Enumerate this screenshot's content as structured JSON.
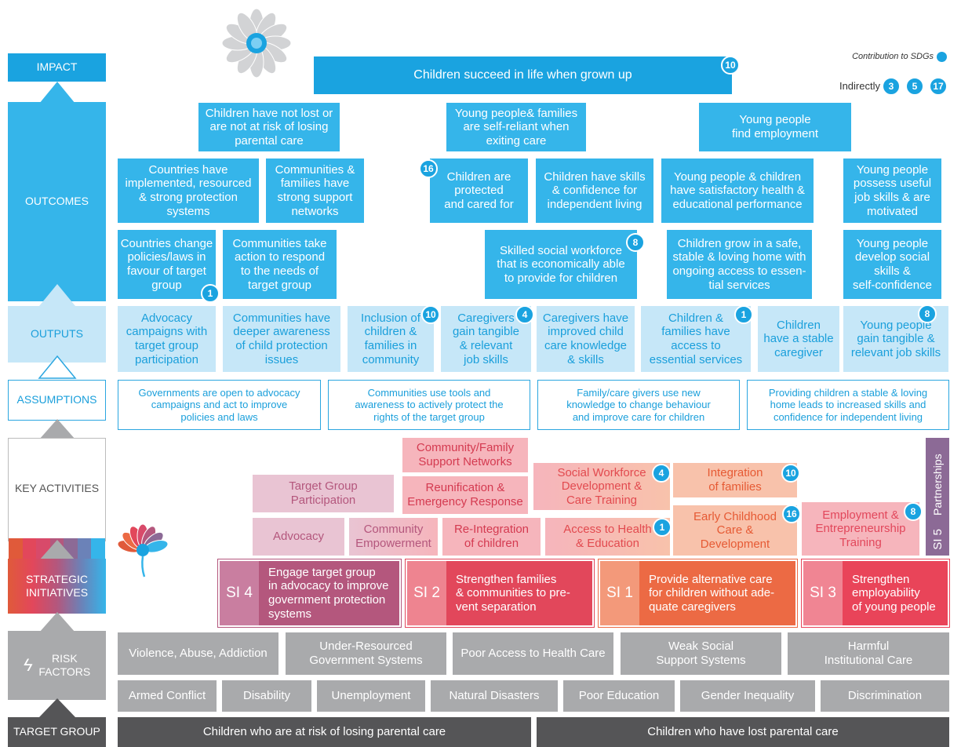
{
  "left_labels": {
    "impact": "IMPACT",
    "outcomes": "OUTCOMES",
    "outputs": "OUTPUTS",
    "assumptions": "ASSUMPTIONS",
    "key_activities": "KEY ACTIVITIES",
    "strategic_initiatives": "STRATEGIC\nINITIATIVES",
    "risk_factors": "RISK\nFACTORS",
    "target_group": "TARGET GROUP"
  },
  "sdg": {
    "contribution_label": "Contribution to SDGs",
    "indirectly_label": "Indirectly",
    "indirect": [
      "3",
      "5",
      "17"
    ]
  },
  "impact": {
    "text": "Children succeed in life when grown up",
    "sdg": "10"
  },
  "outcomes_top": [
    "Children have not lost or\nare not at risk of losing\nparental care",
    "Young people& families\nare self-reliant when\nexiting care",
    "Young people\nfind employment"
  ],
  "outcomes_mid": [
    {
      "text": "Countries have\nimplemented, resourced\n& strong protection\nsystems"
    },
    {
      "text": "Communities &\nfamilies have\nstrong support\nnetworks"
    },
    {
      "text": "Children are\nprotected\nand cared for",
      "sdg": "16"
    },
    {
      "text": "Children have skills\n& confidence for\nindependent living"
    },
    {
      "text": "Young people & children\nhave satisfactory health &\neducational performance"
    },
    {
      "text": "Young people\npossess useful\njob skills & are\nmotivated"
    }
  ],
  "outcomes_low": [
    {
      "text": "Countries change\npolicies/laws in\nfavour of target\ngroup",
      "sdg": "1"
    },
    {
      "text": "Communities take\naction to respond\nto the needs of\ntarget group"
    },
    {
      "text": "Skilled social workforce\nthat is economically able\nto provide for children",
      "sdg": "8"
    },
    {
      "text": "Children grow in a safe,\nstable & loving home with\nongoing access to essen-\ntial services"
    },
    {
      "text": "Young people\ndevelop social\nskills &\nself-confidence"
    }
  ],
  "outputs": [
    {
      "text": "Advocacy\ncampaigns with\ntarget group\nparticipation"
    },
    {
      "text": "Communities have\ndeeper awareness\nof child protection\nissues"
    },
    {
      "text": "Inclusion of\nchildren &\nfamilies in\ncommunity",
      "sdg": "10"
    },
    {
      "text": "Caregivers\ngain tangible\n& relevant\njob skills",
      "sdg": "4"
    },
    {
      "text": "Caregivers have\nimproved child\ncare knowledge\n& skills"
    },
    {
      "text": "Children &\nfamilies have\naccess to\nessential services",
      "sdg": "1"
    },
    {
      "text": "Children\nhave a stable\ncaregiver"
    },
    {
      "text": "Young people\ngain tangible &\nrelevant job skills",
      "sdg": "8"
    }
  ],
  "assumptions": [
    "Governments are open to advocacy\ncampaigns and act to improve\npolicies and laws",
    "Communities use tools and\nawareness to actively protect the\nrights of the target group",
    "Family/care givers use new\nknowledge to change behaviour\nand improve care for children",
    "Providing children a stable & loving\nhome leads to increased skills and\nconfidence for independent living"
  ],
  "activities": {
    "target_group_participation": "Target Group\nParticipation",
    "advocacy": "Advocacy",
    "community_family_support": "Community/Family\nSupport Networks",
    "reunification": "Reunification &\nEmergency Response",
    "community_empowerment": "Community\nEmpowerment",
    "reintegration": "Re-Integration\nof children",
    "social_workforce": {
      "text": "Social Workforce\nDevelopment &\nCare Training",
      "sdg": "4"
    },
    "access_health": {
      "text": "Access to Health\n& Education",
      "sdg": "1"
    },
    "integration_families": {
      "text": "Integration\nof families",
      "sdg": "10"
    },
    "early_childhood": {
      "text": "Early Childhood\nCare &\nDevelopment",
      "sdg": "16"
    },
    "employment": {
      "text": "Employment &\nEntrepreneurship\nTraining",
      "sdg": "8"
    },
    "partnerships": "Partnerships",
    "si5": "SI 5"
  },
  "strategic_initiatives": [
    {
      "num": "SI 4",
      "text": "Engage target group\nin advocacy to improve\ngovernment protection\nsystems"
    },
    {
      "num": "SI 2",
      "text": "Strengthen families\n& communities to pre-\nvent separation"
    },
    {
      "num": "SI 1",
      "text": "Provide alternative care\nfor children without ade-\nquate caregivers"
    },
    {
      "num": "SI 3",
      "text": "Strengthen\nemployability\nof young people"
    }
  ],
  "risk_row1": [
    "Violence, Abuse, Addiction",
    "Under-Resourced\nGovernment Systems",
    "Poor Access to Health Care",
    "Weak Social\nSupport Systems",
    "Harmful\nInstitutional Care"
  ],
  "risk_row2": [
    "Armed Conflict",
    "Disability",
    "Unemployment",
    "Natural Disasters",
    "Poor Education",
    "Gender Inequality",
    "Discrimination"
  ],
  "target_groups": [
    "Children who are at risk of losing parental care",
    "Children who have lost parental care"
  ],
  "colors": {
    "blue": "#35b5ea",
    "light_blue": "#c6e7f8",
    "grey": "#a9aaac",
    "dark": "#555557",
    "si4": "#b4577d",
    "si2": "#e2475b",
    "si1": "#ec6a44",
    "si3": "#e94459",
    "si5": "#8c6a96"
  }
}
